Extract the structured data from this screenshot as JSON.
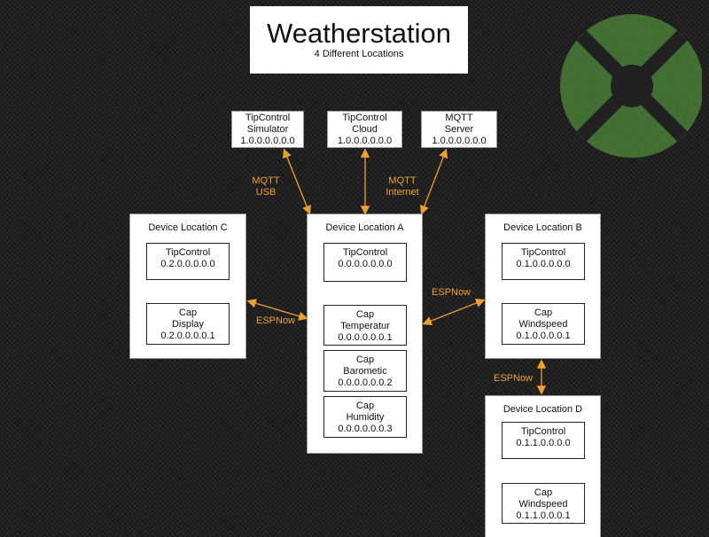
{
  "title": "Weatherstation",
  "subtitle": "4 Different Locations",
  "colors": {
    "accent": "#f0a030",
    "background": "#202020",
    "logo": "#4f8a3a"
  },
  "logo_icon": "xtra-logo",
  "top_nodes": [
    {
      "line1": "TipControl",
      "line2": "Simulator",
      "id": "1.0.0.0.0.0.0"
    },
    {
      "line1": "TipControl",
      "line2": "Cloud",
      "id": "1.0.0.0.0.0.0"
    },
    {
      "line1": "MQTT",
      "line2": "Server",
      "id": "1.0.0.0.0.0.0"
    }
  ],
  "devices": {
    "c": {
      "title": "Device Location C",
      "items": [
        {
          "lines": [
            "TipControl"
          ],
          "id": "0.2.0.0.0.0.0"
        },
        {
          "lines": [
            "Cap",
            "Display"
          ],
          "id": "0.2.0.0.0.0.1"
        }
      ]
    },
    "a": {
      "title": "Device Location A",
      "items": [
        {
          "lines": [
            "TipControl"
          ],
          "id": "0.0.0.0.0.0.0"
        },
        {
          "lines": [
            "Cap",
            "Temperatur"
          ],
          "id": "0.0.0.0.0.0.1"
        },
        {
          "lines": [
            "Cap",
            "Barometic"
          ],
          "id": "0.0.0.0.0.0.2"
        },
        {
          "lines": [
            "Cap",
            "Humidity"
          ],
          "id": "0.0.0.0.0.0.3"
        }
      ]
    },
    "b": {
      "title": "Device Location B",
      "items": [
        {
          "lines": [
            "TipControl"
          ],
          "id": "0.1.0.0.0.0.0"
        },
        {
          "lines": [
            "Cap",
            "Windspeed"
          ],
          "id": "0.1.0.0.0.0.1"
        }
      ]
    },
    "d": {
      "title": "Device Location D",
      "items": [
        {
          "lines": [
            "TipControl"
          ],
          "id": "0.1.1.0.0.0.0"
        },
        {
          "lines": [
            "Cap",
            "Windspeed"
          ],
          "id": "0.1.1.0.0.0.1"
        }
      ]
    }
  },
  "edge_labels": {
    "mqtt_usb": [
      "MQTT",
      "USB"
    ],
    "mqtt_internet": [
      "MQTT",
      "Internet"
    ],
    "espnow_c": "ESPNow",
    "espnow_b": "ESPNow",
    "espnow_d": "ESPNow"
  }
}
